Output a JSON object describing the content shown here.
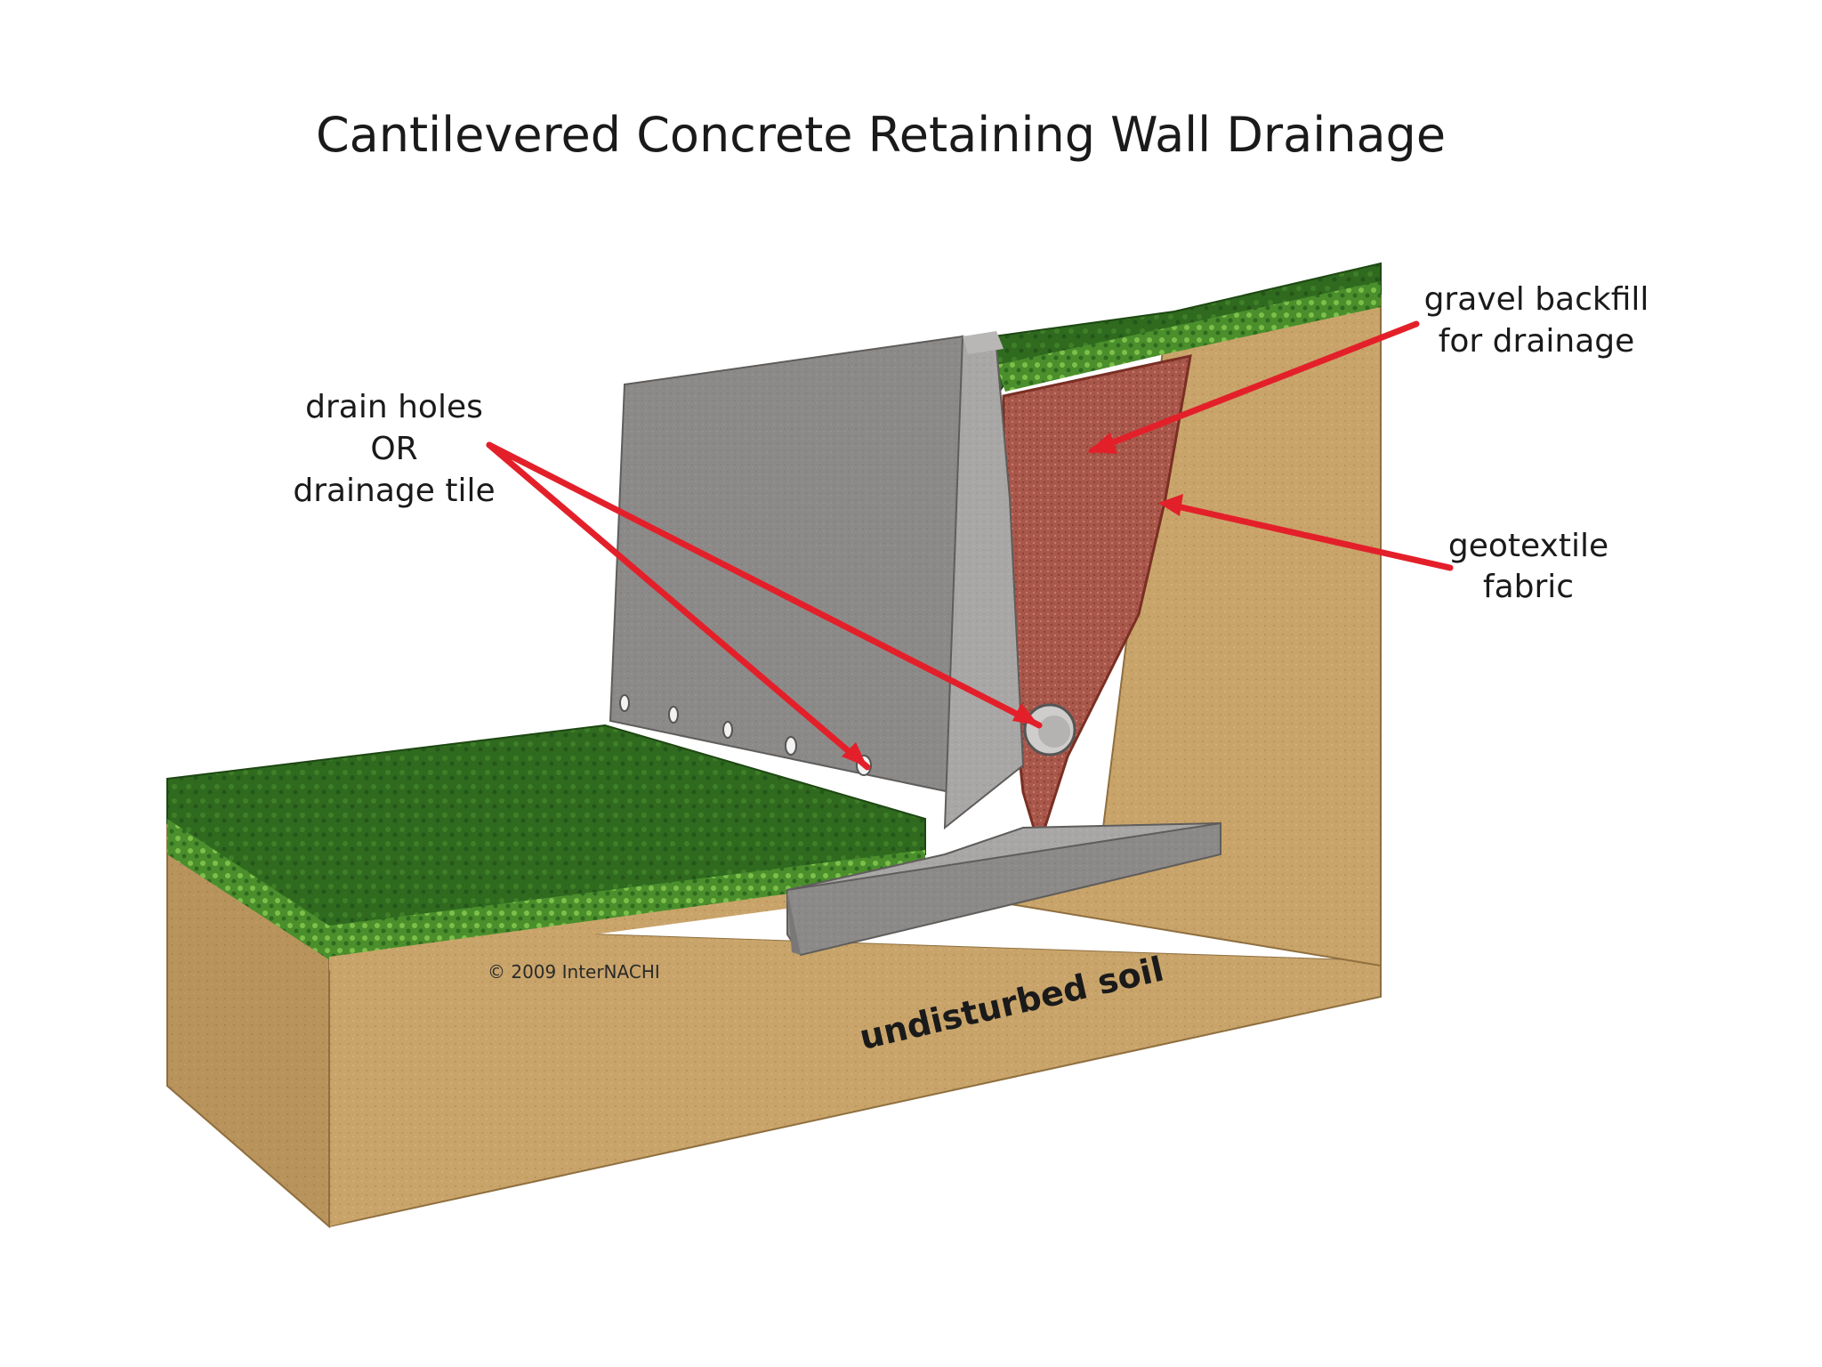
{
  "title": "Cantilevered Concrete Retaining Wall Drainage",
  "labels": {
    "drain_holes": [
      "drain holes",
      "OR",
      "drainage tile"
    ],
    "gravel_backfill": [
      "gravel backfill",
      "for drainage"
    ],
    "geotextile": [
      "geotextile",
      "fabric"
    ],
    "soil": "undisturbed soil"
  },
  "credit": "© 2009 InterNACHI",
  "colors": {
    "grass": "#2f6a1f",
    "grass_light": "#5fa83a",
    "soil": "#c9a46a",
    "concrete": "#8c8a88",
    "gravel": "#a8574a",
    "arrow": "#e3202a"
  },
  "drain_hole_count": 5
}
